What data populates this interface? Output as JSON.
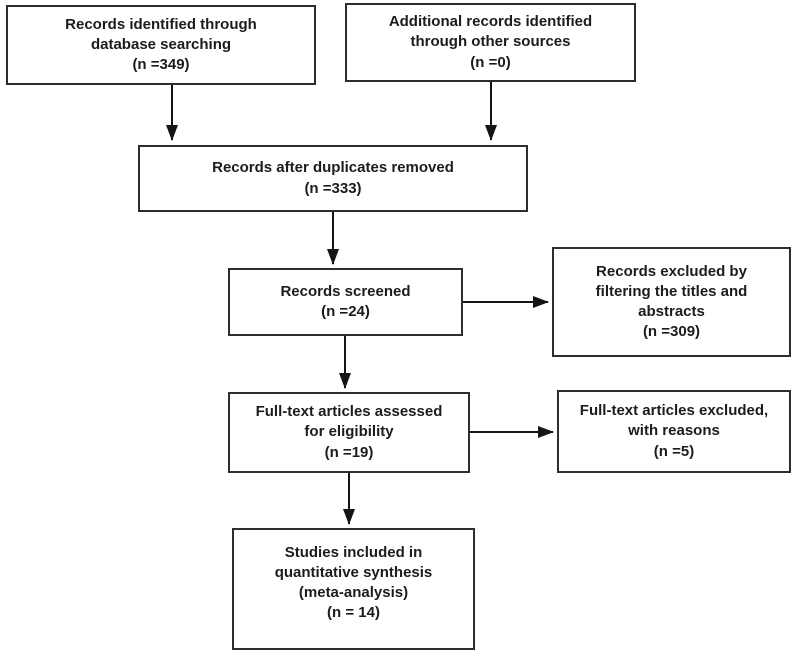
{
  "flowchart": {
    "kind": "prisma-flow-diagram",
    "colors": {
      "background": "#ffffff",
      "box_fill": "#ffffff",
      "box_border": "#2d2d2d",
      "text": "#1c1c1c",
      "arrow": "#141414"
    },
    "nodes": {
      "identified": {
        "lines": [
          "Records identified through",
          "database searching",
          "(n =349)"
        ]
      },
      "additional": {
        "lines": [
          "Additional records identified",
          "through other sources",
          "(n =0)"
        ]
      },
      "deduplicated": {
        "lines": [
          "Records after duplicates removed",
          "(n =333)"
        ]
      },
      "screened": {
        "lines": [
          "Records screened",
          "(n =24)"
        ]
      },
      "excluded_screening": {
        "lines": [
          "Records excluded by",
          "filtering the titles and",
          "abstracts",
          "(n =309)"
        ]
      },
      "fulltext_assessed": {
        "lines": [
          "Full-text articles assessed",
          "for eligibility",
          "(n =19)"
        ]
      },
      "fulltext_excluded": {
        "lines": [
          "Full-text articles excluded,",
          "with reasons",
          "(n =5)"
        ]
      },
      "included": {
        "lines": [
          "Studies included in",
          "quantitative synthesis",
          "(meta-analysis)",
          "(n = 14)"
        ]
      }
    },
    "edges": [
      {
        "from": "identified",
        "to": "deduplicated"
      },
      {
        "from": "additional",
        "to": "deduplicated"
      },
      {
        "from": "deduplicated",
        "to": "screened"
      },
      {
        "from": "screened",
        "to": "excluded_screening"
      },
      {
        "from": "screened",
        "to": "fulltext_assessed"
      },
      {
        "from": "fulltext_assessed",
        "to": "fulltext_excluded"
      },
      {
        "from": "fulltext_assessed",
        "to": "included"
      }
    ]
  }
}
